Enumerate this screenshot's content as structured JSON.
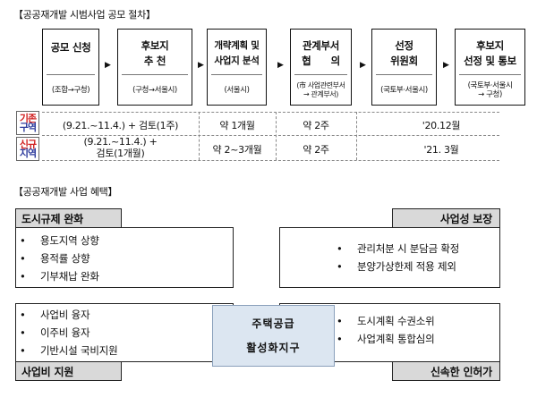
{
  "section1": {
    "title": "【공공재개발 시범사업 공모 절차】",
    "steps": [
      {
        "title": "공모 신청",
        "sub": "(조합→구청)"
      },
      {
        "title": "후보지\n추 천",
        "sub": "(구청→서울시)"
      },
      {
        "title": "개략계획 및\n사업지 분석",
        "sub": "(서울시)"
      },
      {
        "title": "관계부서\n협      의",
        "sub": "(市 사업관련부서\n→ 관계부서)"
      },
      {
        "title": "선정\n위원회",
        "sub": "(국토부·서울시)"
      },
      {
        "title": "후보지\n선정 및 통보",
        "sub": "(국토부·서울시\n→ 구청)"
      }
    ],
    "arrow_glyph": "▶",
    "rows": [
      {
        "label_top": "기존",
        "label_bottom": "구역",
        "period": "(9.21.~11.4.)  +  검토(1주)",
        "analysis": "약 1개월",
        "consult": "약 2주",
        "result": "'20.12월"
      },
      {
        "label_top": "신규",
        "label_bottom": "지역",
        "period": "(9.21.~11.4.)  +\n검토(1개월)",
        "analysis": "약 2~3개월",
        "consult": "약 2주",
        "result": "'21. 3월"
      }
    ]
  },
  "section2": {
    "title": "【공공재개발 사업 혜택】",
    "center_title_line1": "주택공급",
    "center_title_line2": "활성화지구",
    "benefits": [
      {
        "header": "도시규제 완화",
        "items": [
          "용도지역 상향",
          "용적률 상향",
          "기부채납 완화"
        ]
      },
      {
        "header": "사업성 보장",
        "items": [
          "관리처분 시 분담금 확정",
          "분양가상한제 적용 제외"
        ]
      },
      {
        "header": "사업비 지원",
        "items": [
          "사업비 융자",
          "이주비 융자",
          "기반시설 국비지원"
        ]
      },
      {
        "header": "신속한 인허가",
        "items": [
          "도시계획 수권소위",
          "사업계획 통합심의"
        ]
      }
    ]
  }
}
